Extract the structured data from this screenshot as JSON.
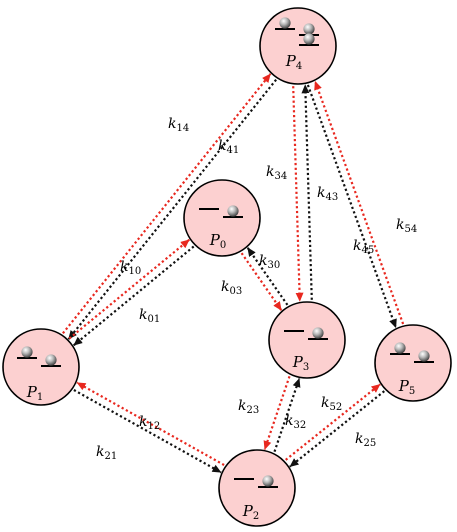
{
  "colors": {
    "node_fill": "#fcd0d0",
    "red": "#e8281f",
    "black": "#111111"
  },
  "nodes": [
    {
      "id": "P0",
      "letter": "P",
      "sub": "0"
    },
    {
      "id": "P1",
      "letter": "P",
      "sub": "1"
    },
    {
      "id": "P2",
      "letter": "P",
      "sub": "2"
    },
    {
      "id": "P3",
      "letter": "P",
      "sub": "3"
    },
    {
      "id": "P4",
      "letter": "P",
      "sub": "4"
    },
    {
      "id": "P5",
      "letter": "P",
      "sub": "5"
    }
  ],
  "edges": [
    {
      "id": "k14",
      "letter": "k",
      "sub": "14",
      "from": "P1",
      "to": "P4",
      "color": "red"
    },
    {
      "id": "k41",
      "letter": "k",
      "sub": "41",
      "from": "P4",
      "to": "P1",
      "color": "black"
    },
    {
      "id": "k10",
      "letter": "k",
      "sub": "10",
      "from": "P0",
      "to": "P1",
      "color": "black"
    },
    {
      "id": "k01",
      "letter": "k",
      "sub": "01",
      "from": "P1",
      "to": "P0",
      "color": "red"
    },
    {
      "id": "k30",
      "letter": "k",
      "sub": "30",
      "from": "P0",
      "to": "P3",
      "color": "red"
    },
    {
      "id": "k03",
      "letter": "k",
      "sub": "03",
      "from": "P3",
      "to": "P0",
      "color": "black"
    },
    {
      "id": "k34",
      "letter": "k",
      "sub": "34",
      "from": "P4",
      "to": "P3",
      "color": "red"
    },
    {
      "id": "k43",
      "letter": "k",
      "sub": "43",
      "from": "P3",
      "to": "P4",
      "color": "black"
    },
    {
      "id": "k54",
      "letter": "k",
      "sub": "54",
      "from": "P4",
      "to": "P5",
      "color": "black"
    },
    {
      "id": "k45",
      "letter": "k",
      "sub": "45",
      "from": "P5",
      "to": "P4",
      "color": "red"
    },
    {
      "id": "k12",
      "letter": "k",
      "sub": "12",
      "from": "P2",
      "to": "P1",
      "color": "red"
    },
    {
      "id": "k21",
      "letter": "k",
      "sub": "21",
      "from": "P1",
      "to": "P2",
      "color": "black"
    },
    {
      "id": "k23",
      "letter": "k",
      "sub": "23",
      "from": "P3",
      "to": "P2",
      "color": "red"
    },
    {
      "id": "k32",
      "letter": "k",
      "sub": "32",
      "from": "P2",
      "to": "P3",
      "color": "black"
    },
    {
      "id": "k52",
      "letter": "k",
      "sub": "52",
      "from": "P2",
      "to": "P5",
      "color": "red"
    },
    {
      "id": "k25",
      "letter": "k",
      "sub": "25",
      "from": "P5",
      "to": "P2",
      "color": "black"
    }
  ]
}
